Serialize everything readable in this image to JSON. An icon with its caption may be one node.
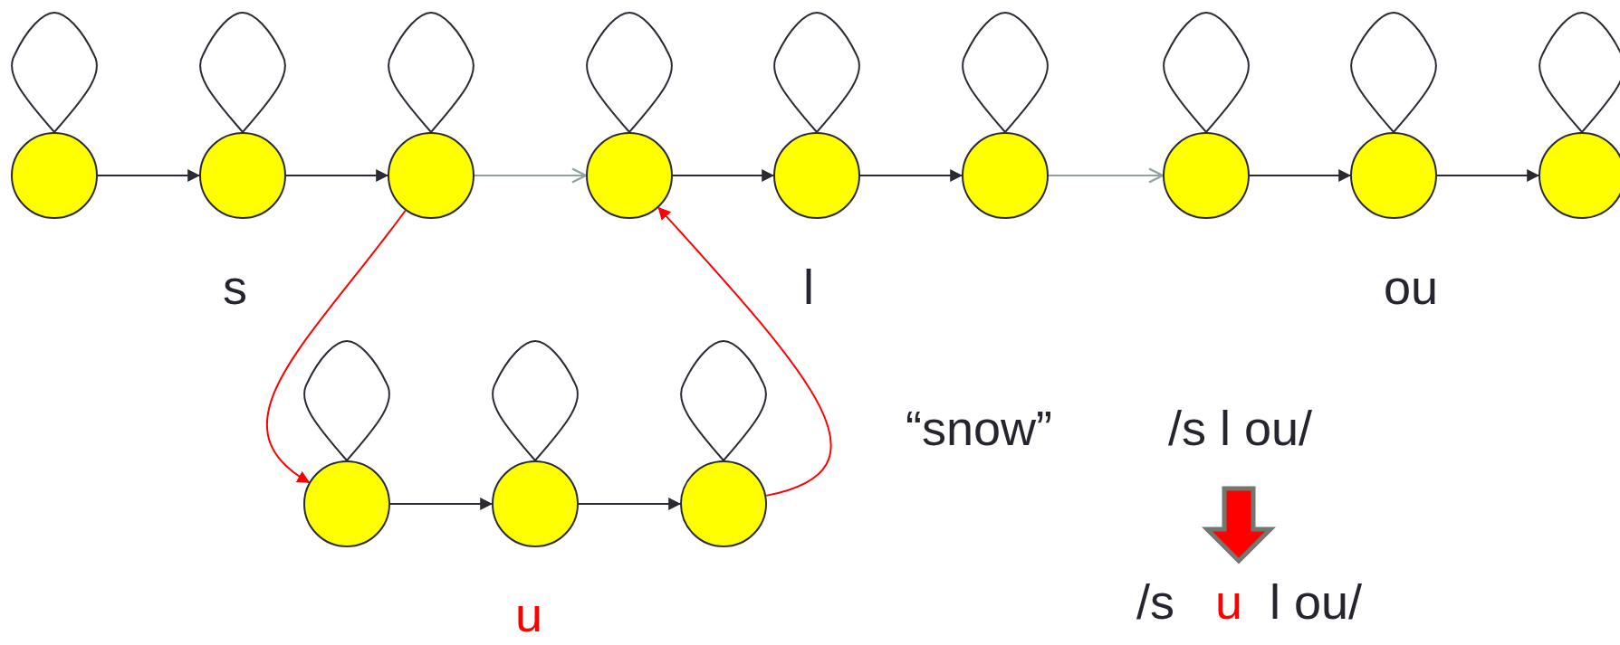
{
  "diagram": {
    "nodes": [
      {
        "text": [],
        "shape": "circle"
      },
      {
        "text": [],
        "shape": "circle"
      },
      {
        "text": [],
        "shape": "circle"
      },
      {
        "text": [],
        "shape": "circle"
      },
      {
        "text": [],
        "shape": "circle"
      },
      {
        "text": [],
        "shape": "circle"
      },
      {
        "text": [],
        "shape": "circle"
      },
      {
        "text": [],
        "shape": "circle"
      },
      {
        "text": [],
        "shape": "circle"
      },
      {
        "text": [],
        "shape": "circle"
      },
      {
        "text": [],
        "shape": "circle"
      },
      {
        "text": [],
        "shape": "circle"
      }
    ],
    "edges": [
      {
        "from": 0,
        "to": 1,
        "arrow": "to"
      },
      {
        "from": 1,
        "to": 2,
        "arrow": "to"
      },
      {
        "from": 2,
        "to": 3,
        "arrow": "to",
        "color": "#8fa39a"
      },
      {
        "from": 3,
        "to": 4,
        "arrow": "to"
      },
      {
        "from": 4,
        "to": 5,
        "arrow": "to"
      },
      {
        "from": 5,
        "to": 6,
        "arrow": "to",
        "color": "#8fa39a"
      },
      {
        "from": 6,
        "to": 7,
        "arrow": "to"
      },
      {
        "from": 7,
        "to": 8,
        "arrow": "to"
      },
      {
        "from": 9,
        "to": 10,
        "arrow": "to"
      },
      {
        "from": 10,
        "to": 11,
        "arrow": "to"
      },
      {
        "from": 2,
        "to": 9,
        "arrow": "to",
        "color": "#ff0000"
      },
      {
        "from": 11,
        "to": 3,
        "arrow": "to",
        "color": "#ff0000"
      },
      {
        "from": 0,
        "to": 0,
        "arrow": "none"
      },
      {
        "from": 1,
        "to": 1,
        "arrow": "none"
      },
      {
        "from": 2,
        "to": 2,
        "arrow": "none"
      },
      {
        "from": 3,
        "to": 3,
        "arrow": "none"
      },
      {
        "from": 4,
        "to": 4,
        "arrow": "none"
      },
      {
        "from": 5,
        "to": 5,
        "arrow": "none"
      },
      {
        "from": 6,
        "to": 6,
        "arrow": "none"
      },
      {
        "from": 7,
        "to": 7,
        "arrow": "none"
      },
      {
        "from": 8,
        "to": 8,
        "arrow": "none"
      },
      {
        "from": 9,
        "to": 9,
        "arrow": "none"
      },
      {
        "from": 10,
        "to": 10,
        "arrow": "none"
      },
      {
        "from": 11,
        "to": 11,
        "arrow": "none"
      }
    ],
    "labels": [
      "s",
      "l",
      "ou",
      "u",
      "“snow”",
      "/s l ou/",
      "/s",
      "u",
      "l ou/"
    ]
  }
}
